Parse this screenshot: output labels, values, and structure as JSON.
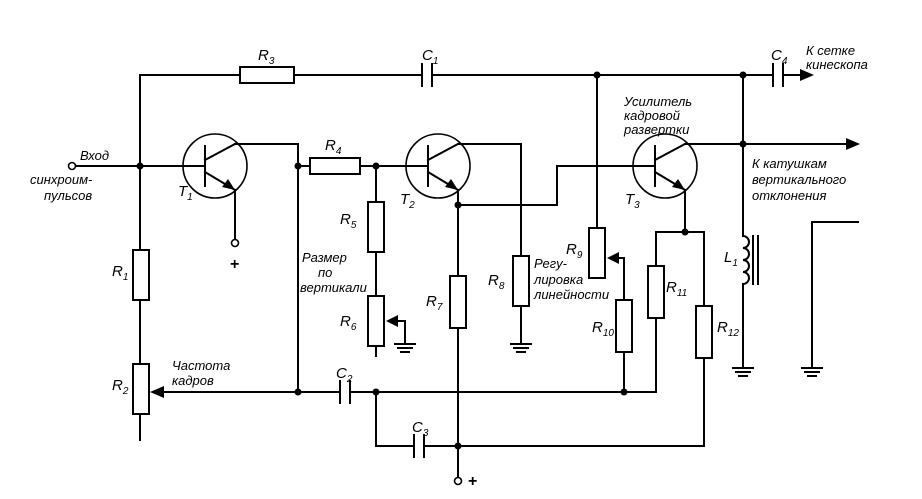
{
  "labels": {
    "input": [
      "Вход",
      "синхроим-",
      "пульсов"
    ],
    "grid": [
      "К сетке",
      "кинескопа"
    ],
    "amplifier": [
      "Усилитель",
      "кадровой",
      "развертки"
    ],
    "coils": [
      "К катушкам",
      "вертикального",
      "отклонения"
    ],
    "size": [
      "Размер",
      "по",
      "вертикали"
    ],
    "linearity": [
      "Регу-",
      "лировка",
      "линейности"
    ],
    "frequency": [
      "Частота",
      "кадров"
    ]
  },
  "components": {
    "R3": {
      "letter": "R",
      "index": "3"
    },
    "C1": {
      "letter": "C",
      "index": "1"
    },
    "C4": {
      "letter": "C",
      "index": "4"
    },
    "R4": {
      "letter": "R",
      "index": "4"
    },
    "T1": {
      "letter": "T",
      "index": "1"
    },
    "T2": {
      "letter": "T",
      "index": "2"
    },
    "T3": {
      "letter": "T",
      "index": "3"
    },
    "R1": {
      "letter": "R",
      "index": "1"
    },
    "R2": {
      "letter": "R",
      "index": "2"
    },
    "R5": {
      "letter": "R",
      "index": "5"
    },
    "R6": {
      "letter": "R",
      "index": "6"
    },
    "R7": {
      "letter": "R",
      "index": "7"
    },
    "R8": {
      "letter": "R",
      "index": "8"
    },
    "R9": {
      "letter": "R",
      "index": "9"
    },
    "R10": {
      "letter": "R",
      "index": "10"
    },
    "R11": {
      "letter": "R",
      "index": "11"
    },
    "R12": {
      "letter": "R",
      "index": "12"
    },
    "L1": {
      "letter": "L",
      "index": "1"
    },
    "C2": {
      "letter": "C",
      "index": "2"
    },
    "C3": {
      "letter": "C",
      "index": "3"
    }
  },
  "supply": {
    "plus": "+"
  }
}
